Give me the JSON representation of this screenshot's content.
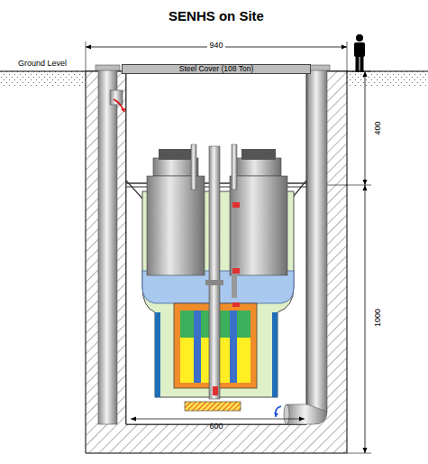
{
  "diagram": {
    "title": "SENHS on Site",
    "nodes": [
      {
        "text": [
          "Steel Cover (108 Ton)"
        ]
      }
    ],
    "labels": [
      "Ground Level",
      "940",
      "400",
      "1000",
      "600"
    ]
  }
}
